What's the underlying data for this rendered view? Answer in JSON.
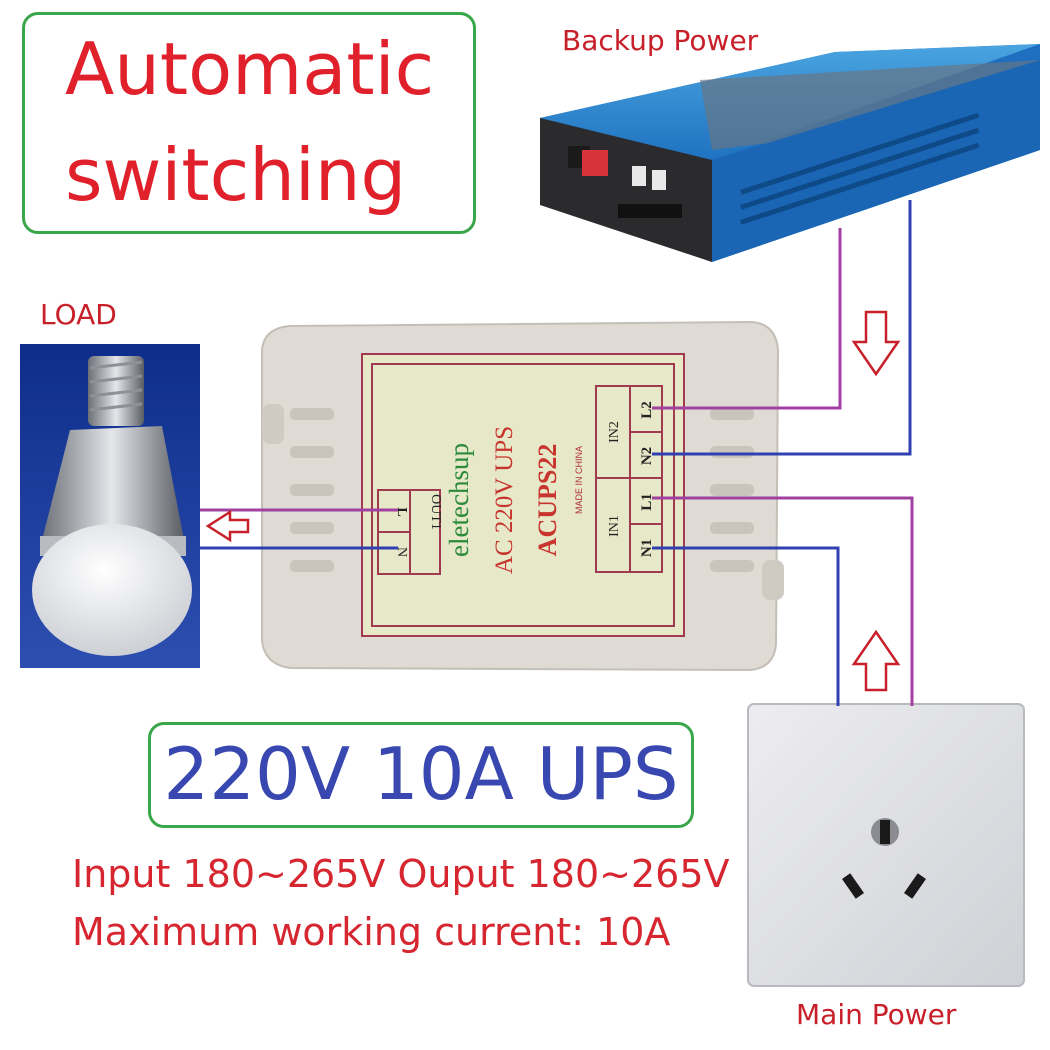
{
  "title": {
    "line1": "Automatic",
    "line2": "switching"
  },
  "labels": {
    "backup_power": "Backup Power",
    "load": "LOAD",
    "main_power": "Main Power"
  },
  "module": {
    "brand": "eletechsup",
    "model_line": "AC 220V UPS",
    "part_number": "ACUPS22",
    "made_in": "MADE IN CHINA",
    "out_label": "OUT1",
    "in1_label": "IN1",
    "in2_label": "IN2",
    "terminals": {
      "L2": "L2",
      "N2": "N2",
      "L1": "L1",
      "N1": "N1",
      "L": "L",
      "N": "N"
    }
  },
  "spec": {
    "headline": "220V 10A UPS",
    "line1": "Input 180~265V Ouput 180~265V",
    "line2": "Maximum working current: 10A"
  },
  "colors": {
    "live_wire": "#a040a0",
    "neutral_wire": "#3040b0",
    "accent_red": "#e0202a",
    "frame_green": "#3aa64a",
    "headline_blue": "#3848b0"
  }
}
